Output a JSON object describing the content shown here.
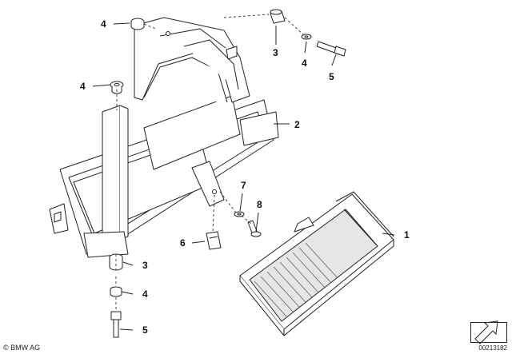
{
  "callouts": [
    "1",
    "2",
    "3",
    "4",
    "5",
    "6",
    "7",
    "8"
  ],
  "footer": {
    "copyright": "© BMW AG",
    "doc_id": "00213182"
  },
  "colors": {
    "line": "#222222",
    "fill": "#ffffff",
    "shade": "#d8d8d8"
  }
}
